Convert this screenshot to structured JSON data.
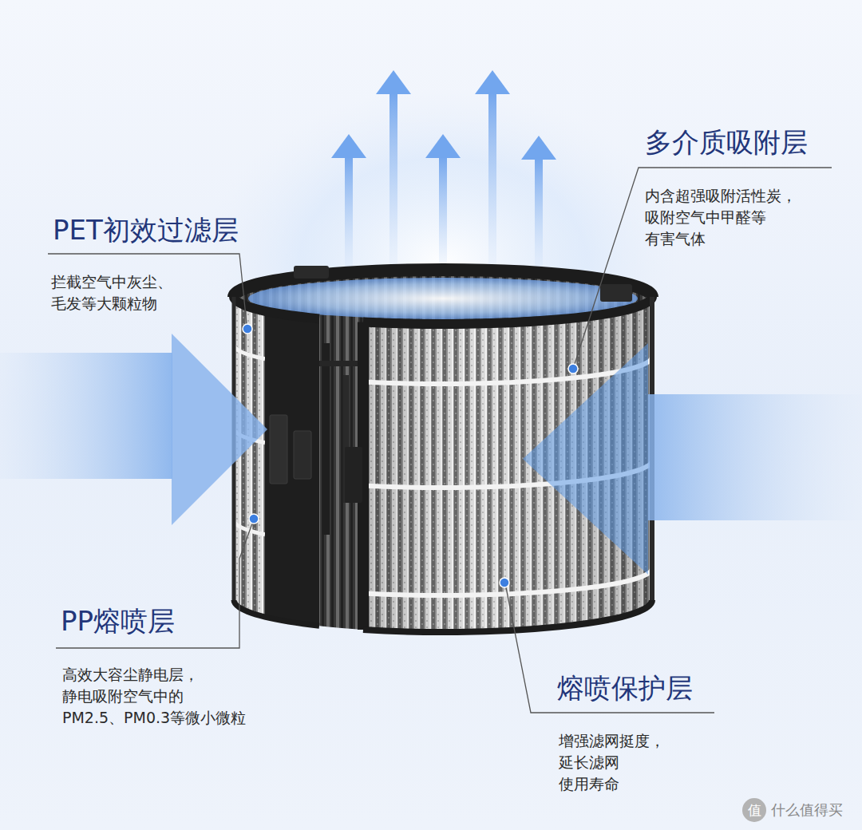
{
  "diagram": {
    "labels": [
      "多介质吸附层",
      "内含超强吸附活性炭， 吸附空气中甲醛等 有害气体",
      "PET初效过滤层",
      "拦截空气中灰尘、 毛发等大颗粒物",
      "PP熔喷层",
      "高效大容尘静电层， 静电吸附空气中的 PM2.5、PM0.3等微小微粒",
      "熔喷保护层",
      "增强滤网挺度， 延长滤网 使用寿命",
      "值",
      "什么值得买"
    ]
  }
}
